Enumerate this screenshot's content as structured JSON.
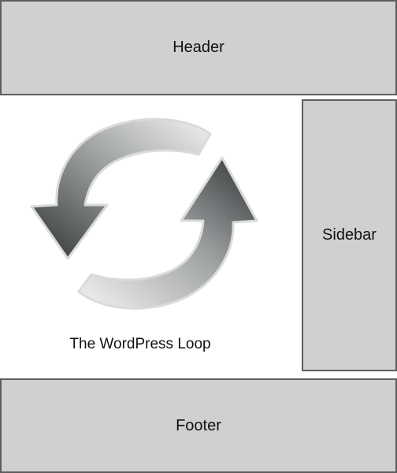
{
  "header": {
    "label": "Header"
  },
  "sidebar": {
    "label": "Sidebar"
  },
  "footer": {
    "label": "Footer"
  },
  "main": {
    "icon": "refresh-cycle-icon",
    "caption": "The WordPress Loop"
  },
  "colors": {
    "box_fill": "#cfd0d0",
    "box_border": "#5d5e5e",
    "arrow_dark": "#3b3e3f",
    "arrow_light": "#e4e5e5"
  }
}
